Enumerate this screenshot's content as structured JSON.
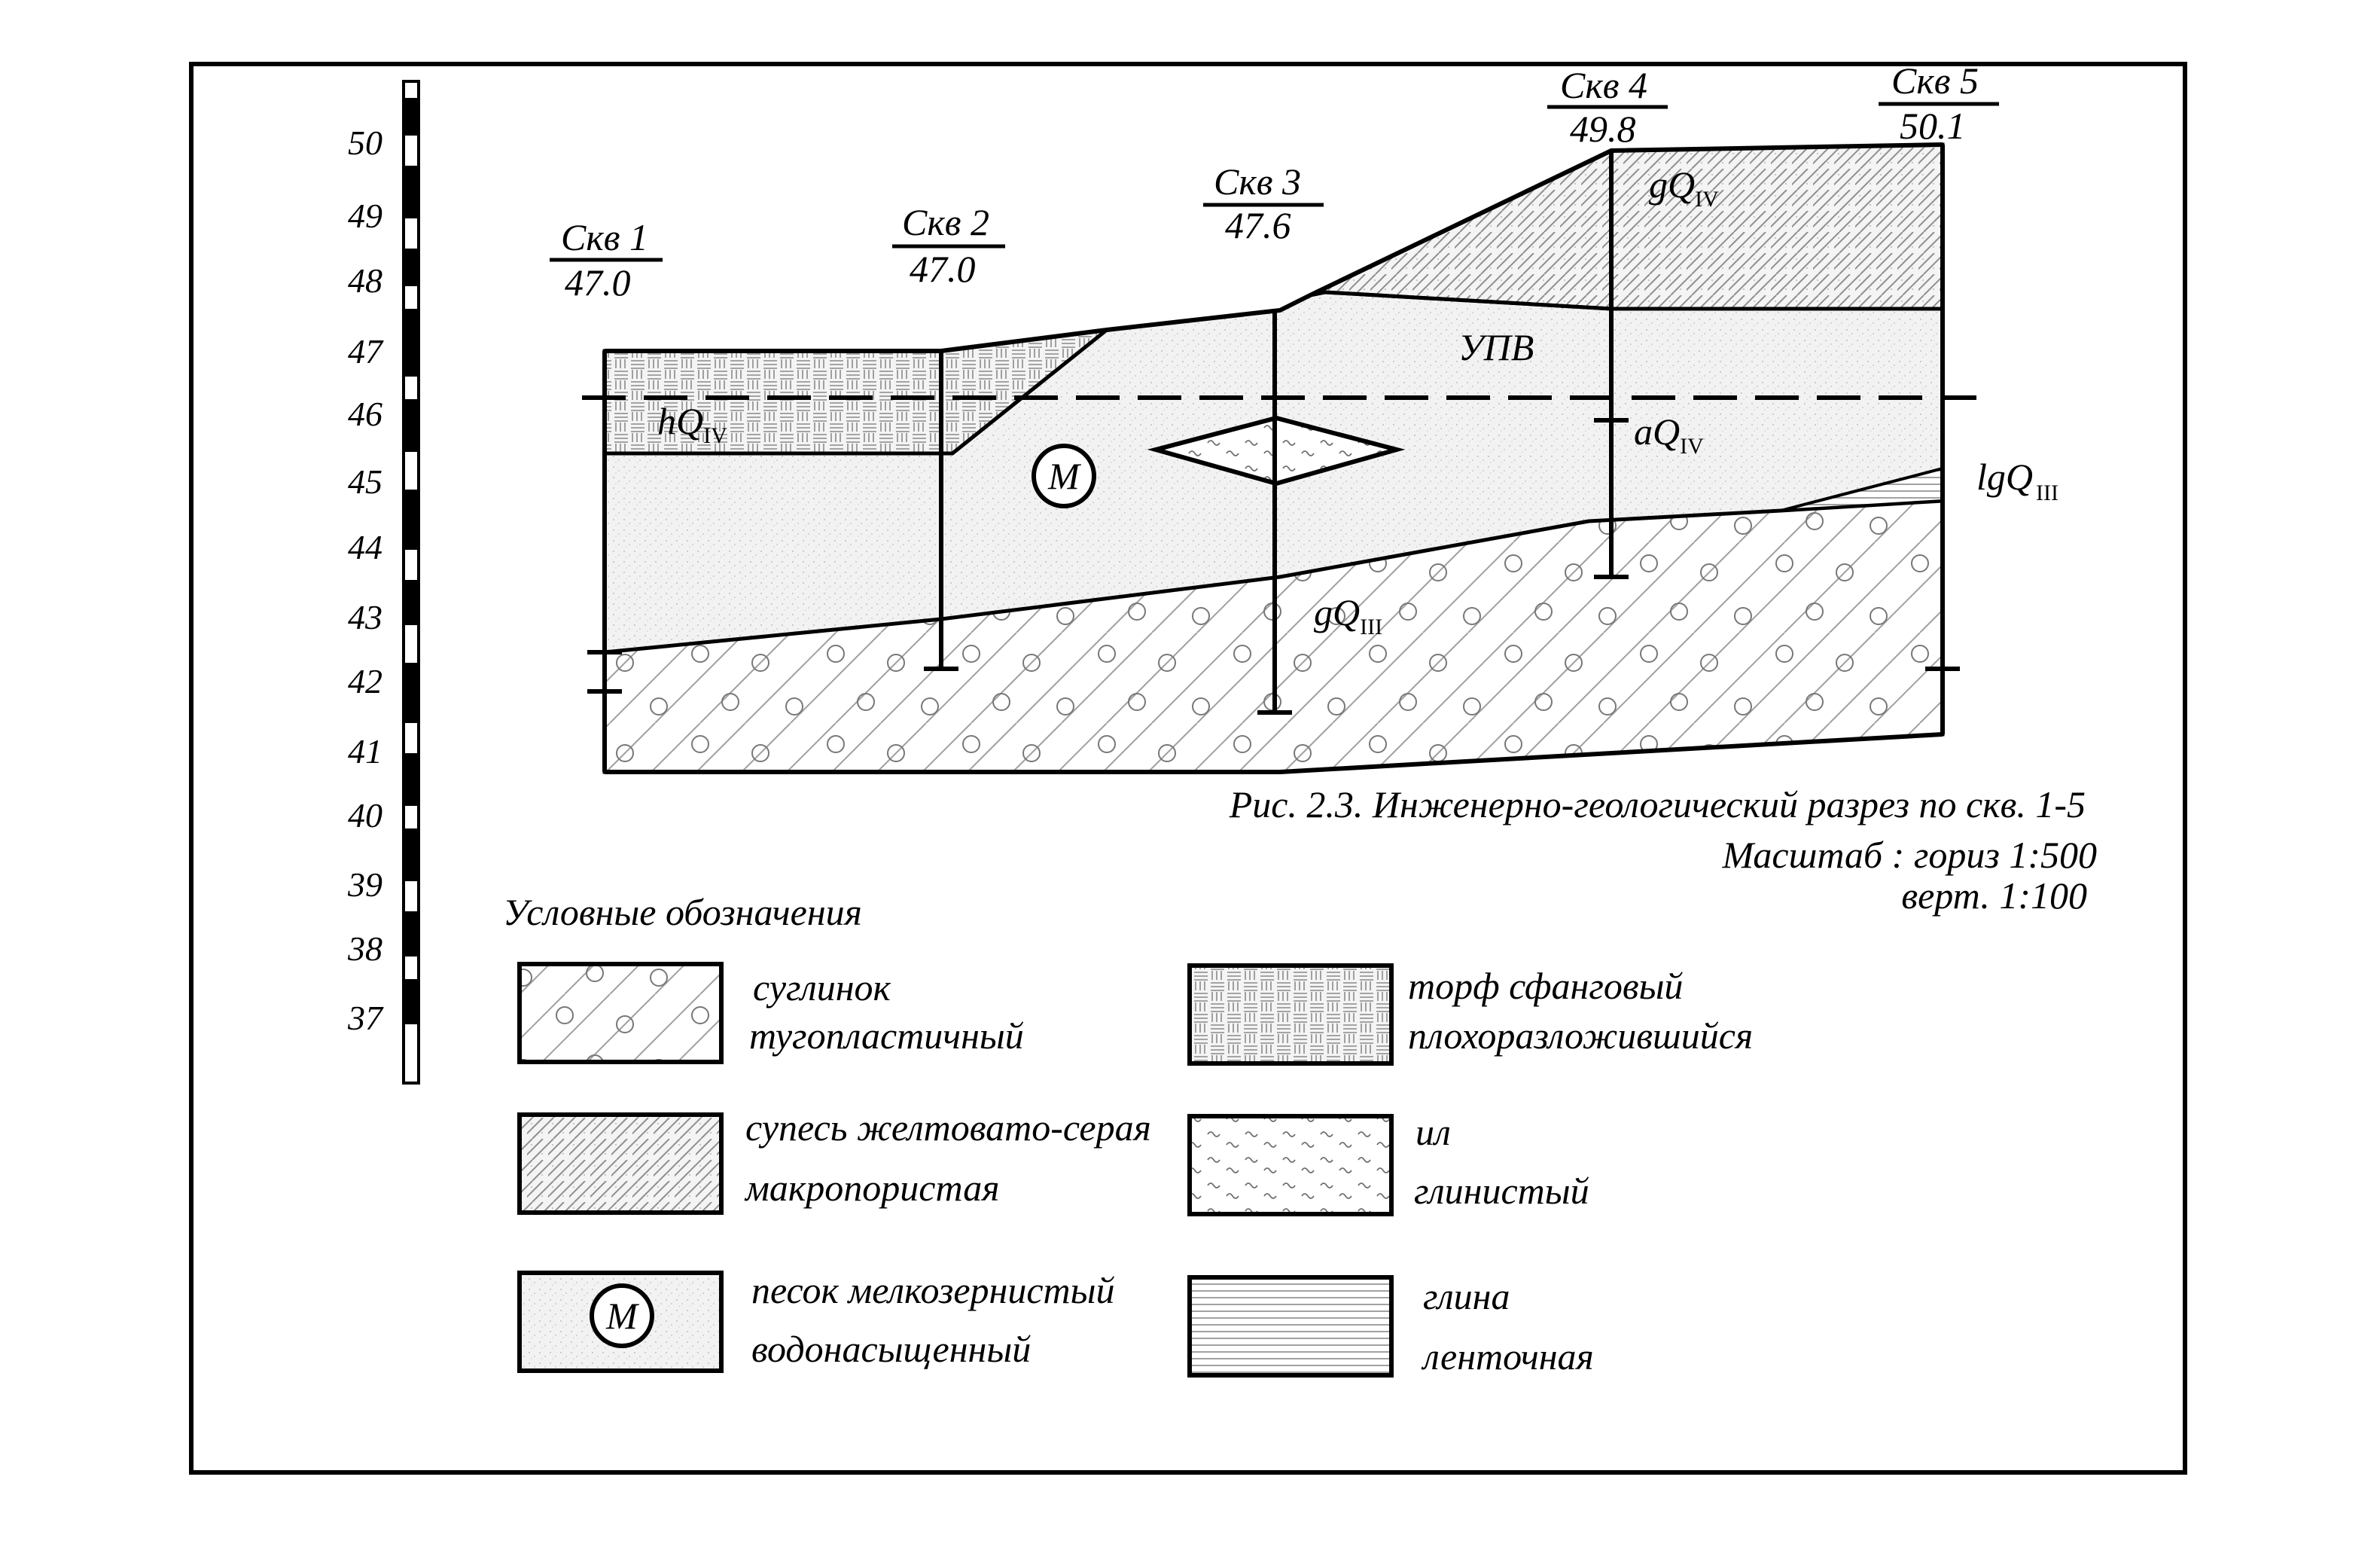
{
  "scale": {
    "ticks": [
      "50",
      "49",
      "48",
      "47",
      "46",
      "45",
      "44",
      "43",
      "42",
      "41",
      "40",
      "39",
      "38",
      "37"
    ]
  },
  "boreholes": [
    {
      "name": "Скв 1",
      "elevation": "47.0"
    },
    {
      "name": "Скв 2",
      "elevation": "47.0"
    },
    {
      "name": "Скв 3",
      "elevation": "47.6"
    },
    {
      "name": "Скв 4",
      "elevation": "49.8"
    },
    {
      "name": "Скв 5",
      "elevation": "50.1"
    }
  ],
  "section_labels": {
    "hQ": {
      "main": "hQ",
      "sub": "IV"
    },
    "gQ_top": {
      "main": "gQ",
      "sub": "IV"
    },
    "aQ": {
      "main": "aQ",
      "sub": "IV"
    },
    "lgQ": {
      "main": "lgQ",
      "sub": "III"
    },
    "gQ_bottom": {
      "main": "gQ",
      "sub": "III"
    },
    "upv": "УПВ",
    "sand_marker": "М"
  },
  "caption": {
    "title": "Рис. 2.3. Инженерно-геологический разрез по скв. 1-5",
    "scale_line1": "Масштаб : гориз 1:500",
    "scale_line2": "верт. 1:100"
  },
  "legend": {
    "title": "Условные обозначения",
    "items": [
      {
        "id": "loam",
        "line1": "суглинок",
        "line2": "тугопластичный"
      },
      {
        "id": "sandy-loam",
        "line1": "супесь желтовато-серая",
        "line2": "макропористая"
      },
      {
        "id": "sand",
        "line1": "песок мелкозернистый",
        "line2": "водонасыщенный",
        "marker": "М"
      },
      {
        "id": "peat",
        "line1": "торф сфанговый",
        "line2": "плохоразложившийся"
      },
      {
        "id": "silt",
        "line1": "ил",
        "line2": "глинистый"
      },
      {
        "id": "clay",
        "line1": "глина",
        "line2": "ленточная"
      }
    ]
  },
  "colors": {
    "ink": "#000000",
    "sand_fill": "#f1f1f1",
    "peat_fill": "#f4f4f4",
    "hatch": "#9a9a9a"
  }
}
